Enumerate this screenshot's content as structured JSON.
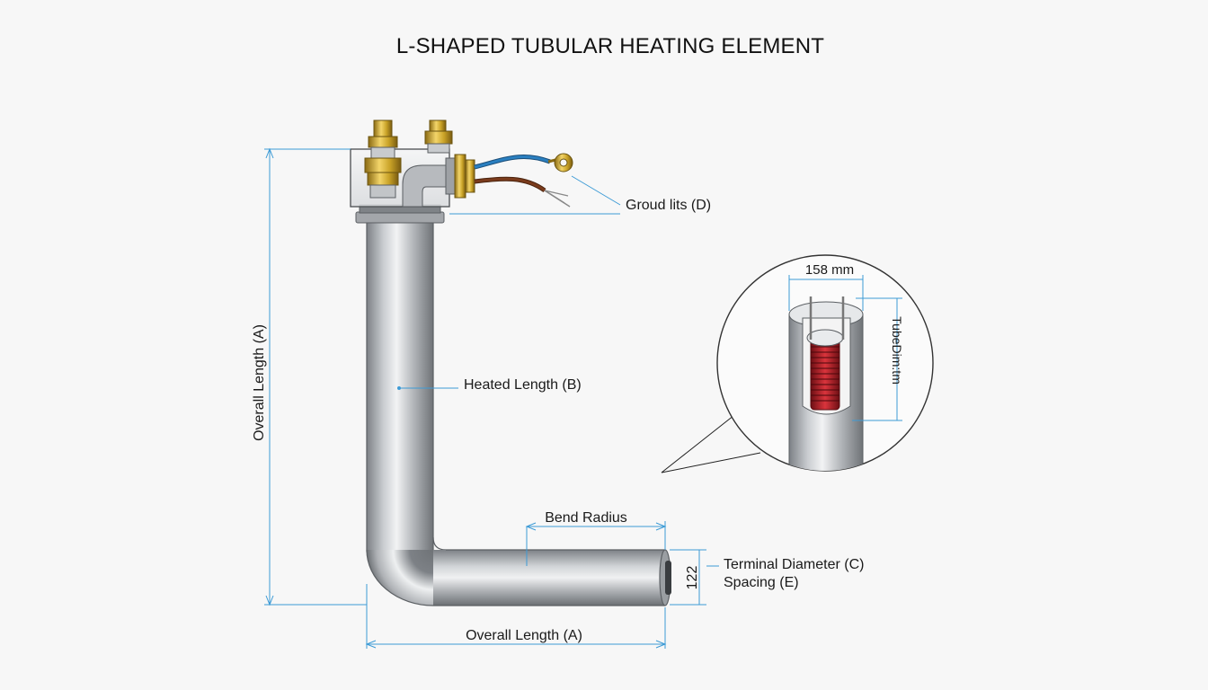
{
  "title": "L-SHAPED TUBULAR HEATING ELEMENT",
  "labels": {
    "ground_leads": "Groud lits (D)",
    "heated_length": "Heated Length (B)",
    "overall_length_vertical": "Overall Length (A)",
    "overall_length_horizontal": "Overall Length (A)",
    "bend_radius": "Bend Radius",
    "terminal_diameter": "Terminal Diameter (C)",
    "spacing": "Spacing (E)",
    "end_dimension": "122",
    "detail_width": "158 mm",
    "detail_tube_diameter": "TubeDim:tm"
  },
  "colors": {
    "dimension_line": "#3d9bd6",
    "tube_metal": "#b9bcc0",
    "brass": "#c9a227",
    "wire_blue": "#2a7fc0",
    "wire_brown": "#7a3b1c",
    "coil_red": "#b8222a"
  }
}
